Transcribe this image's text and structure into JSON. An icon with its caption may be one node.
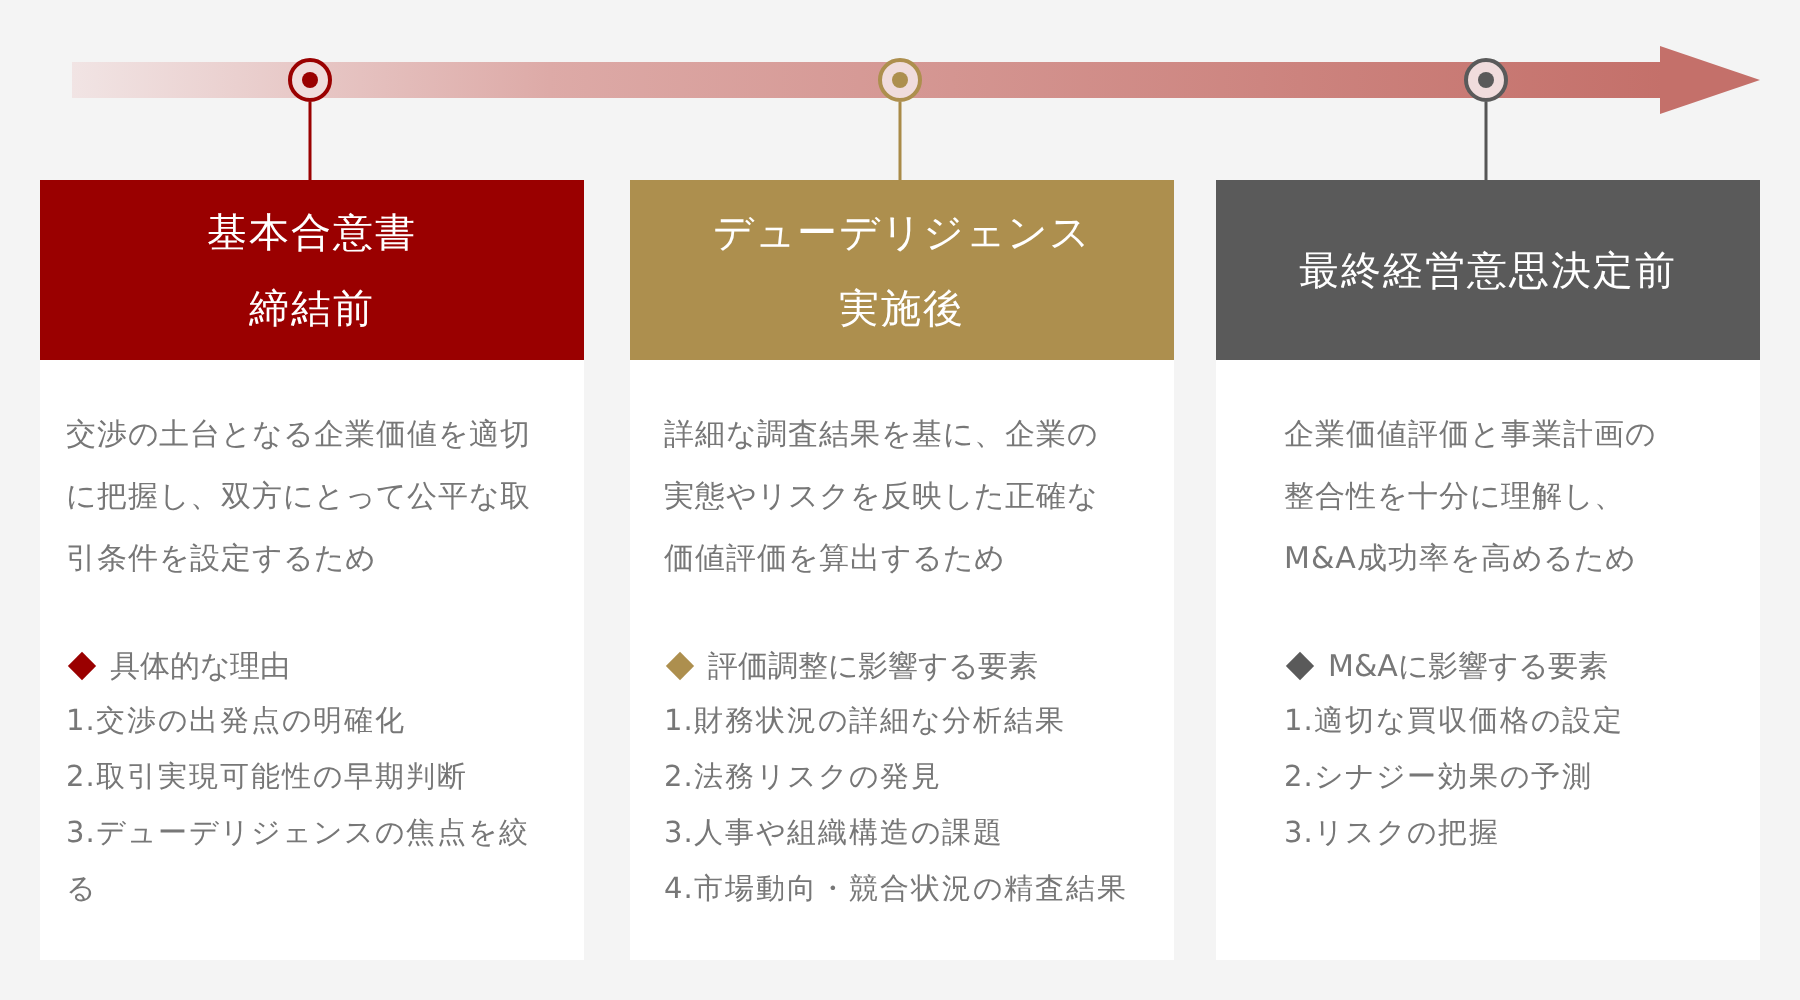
{
  "diagram": {
    "nodes": [
      {
        "text": [],
        "shape": "circle"
      },
      {
        "text": [],
        "shape": "circle"
      },
      {
        "text": [],
        "shape": "circle"
      },
      {
        "text": [
          "基本合意書締結前"
        ]
      },
      {
        "text": [
          "交渉の土台となる企業価値を適切に把握し、双方にとって公平な取引条件を設定するため",
          "具体的な理由",
          "1.交渉の出発点の明確化",
          "2.取引実現可能性の早期判断",
          "3.デューデリジェンスの焦点を絞る"
        ]
      },
      {
        "text": [
          "デューデリジェンス実施後"
        ]
      },
      {
        "text": [
          "詳細な調査結果を基に、企業の実態やリスクを反映した正確な価値評価を算出するため",
          "評価調整に影響する要素",
          "1.財務状況の詳細な分析結果",
          "2.法務リスクの発見",
          "3.人事や組織構造の課題",
          "4.市場動向・競合状況の精査結果"
        ]
      },
      {
        "text": [
          "最終経営意思決定前"
        ]
      },
      {
        "text": [
          "企業価値評価と事業計画の整合性を十分に理解し、M&A成功率を高めるため",
          "M&Aに影響する要素",
          "1.適切な買収価格の設定",
          "2.シナジー効果の予測",
          "3.リスクの把握"
        ]
      }
    ],
    "edges": [
      {
        "from": 0,
        "to": 3,
        "arrow": "none",
        "color": "#9a0000"
      },
      {
        "from": 1,
        "to": 5,
        "arrow": "none",
        "color": "#a98a47"
      },
      {
        "from": 2,
        "to": 7,
        "arrow": "none",
        "color": "#555555"
      }
    ]
  }
}
